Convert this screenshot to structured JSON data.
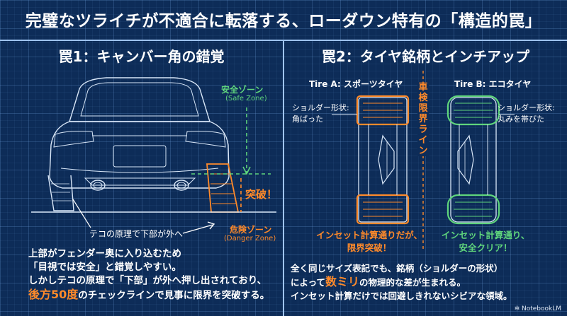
{
  "title": "完璧なツライチが不適合に転落する、ローダウン特有の「構造的罠」",
  "trap1": {
    "title": "罠1：キャンバー角の錯覚",
    "safe_zone_ja": "安全ゾーン",
    "safe_zone_en": "(Safe Zone)",
    "breakthrough": "突破！",
    "danger_zone_ja": "危険ゾーン",
    "danger_zone_en": "(Danger Zone)",
    "lever_label": "テコの原理で下部が外へ",
    "text_line1": "上部がフェンダー奥に入り込むため",
    "text_line2": "「目視では安全」と錯覚しやすい。",
    "text_line3": "しかしテコの原理で「下部」が外へ押し出されており、",
    "text_line4_hl": "後方50度",
    "text_line4_rest": "のチェックラインで見事に限界を突破する。"
  },
  "trap2": {
    "title": "罠2：タイヤ銘柄とインチアップ",
    "tire_a": "Tire A: スポーツタイヤ",
    "tire_b": "Tire B: エコタイヤ",
    "shoulder_a_1": "ショルダー形状:",
    "shoulder_a_2": "角ばった",
    "shoulder_b_1": "ショルダー形状:",
    "shoulder_b_2": "丸みを帯びた",
    "limit_line": "車検限界ライン",
    "result_a_1": "インセット計算通りだが、",
    "result_a_2": "限界突破！",
    "result_b_1": "インセット計算通り、",
    "result_b_2": "安全クリア！",
    "text_line1": "全く同じサイズ表記でも、銘柄（ショルダーの形状）",
    "text_line2_a": "によって",
    "text_line2_hl": "数ミリ",
    "text_line2_b": "の物理的な差が生まれる。",
    "text_line3": "インセット計算だけでは回避しきれないシビアな領域。"
  },
  "logo": "NotebookLM",
  "colors": {
    "green": "#5fd57c",
    "orange": "#ff8a2a",
    "line": "#cfe0f5",
    "bg": "#0d2c58"
  }
}
